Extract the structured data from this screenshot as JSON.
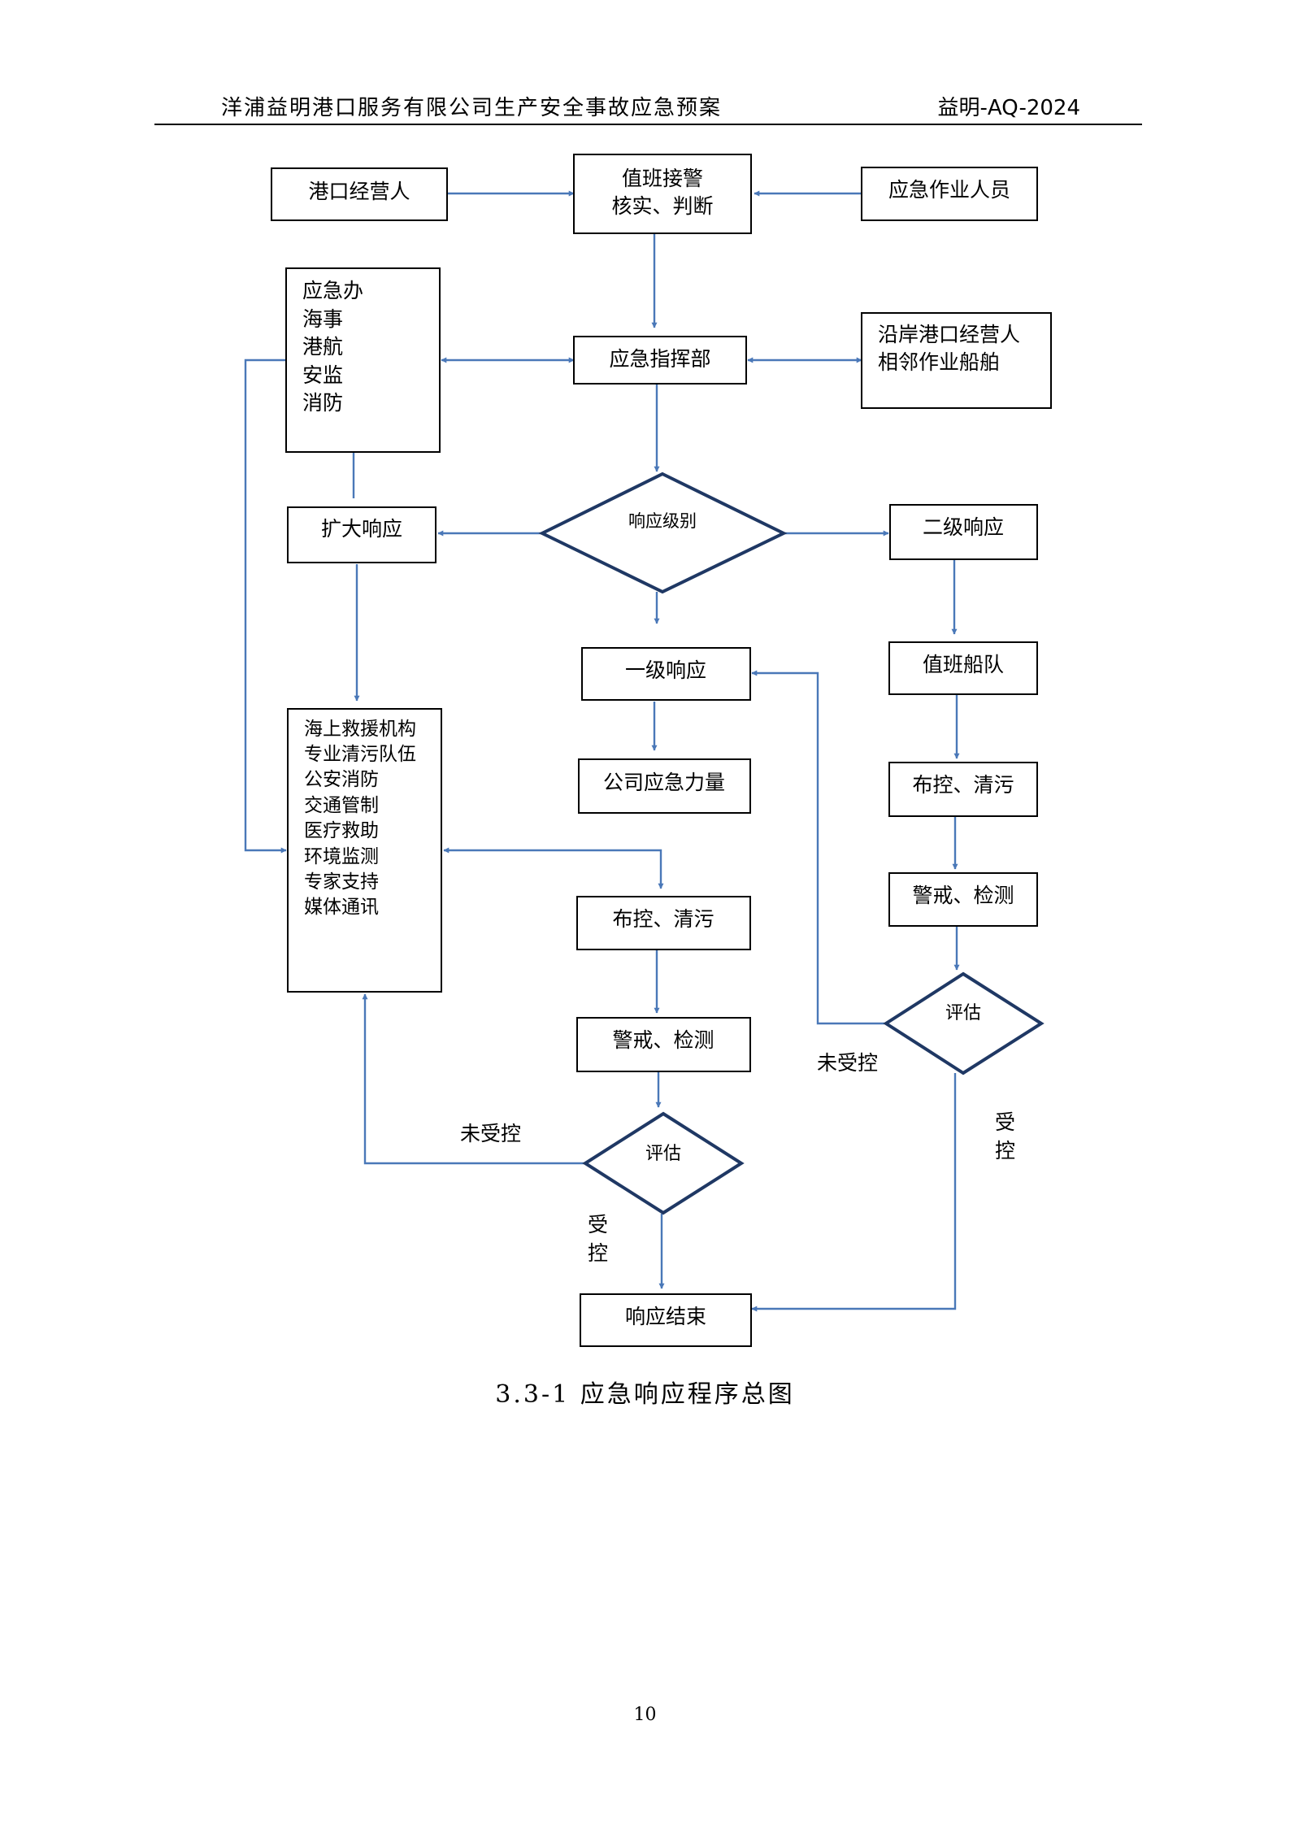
{
  "header": {
    "left": "洋浦益明港口服务有限公司生产安全事故应急预案",
    "right": "益明-AQ-2024"
  },
  "diagram": {
    "port_operator": "港口经营人",
    "duty_alarm_1": "值班接警",
    "duty_alarm_2": "核实、判断",
    "emergency_staff": "应急作业人员",
    "agencies": [
      "应急办",
      "海事",
      "港航",
      "安监",
      "消防"
    ],
    "command": "应急指挥部",
    "neighbors": [
      "沿岸港口经营人",
      "相邻作业船舶"
    ],
    "response_level": "响应级别",
    "expand": "扩大响应",
    "level2": "二级响应",
    "level1": "一级响应",
    "duty_fleet": "值班船队",
    "rescue": [
      "海上救援机构",
      "专业清污队伍",
      "公安消防",
      "交通管制",
      "医疗救助",
      "环境监测",
      "专家支持",
      "媒体通讯"
    ],
    "company_force": "公司应急力量",
    "boom_clean_mid": "布控、清污",
    "boom_clean_right": "布控、清污",
    "alert_monitor_mid": "警戒、检测",
    "alert_monitor_right": "警戒、检测",
    "assess_right": "评估",
    "assess_mid": "评估",
    "uncontrolled_right": "未受控",
    "uncontrolled_mid": "未受控",
    "controlled_right": [
      "受",
      "控"
    ],
    "controlled_mid": [
      "受",
      "控"
    ],
    "end": "响应结束"
  },
  "caption": "3.3-1 应急响应程序总图",
  "page_number": "10",
  "colors": {
    "connector": "#4a78b8",
    "diamond_border": "#1f3864"
  }
}
